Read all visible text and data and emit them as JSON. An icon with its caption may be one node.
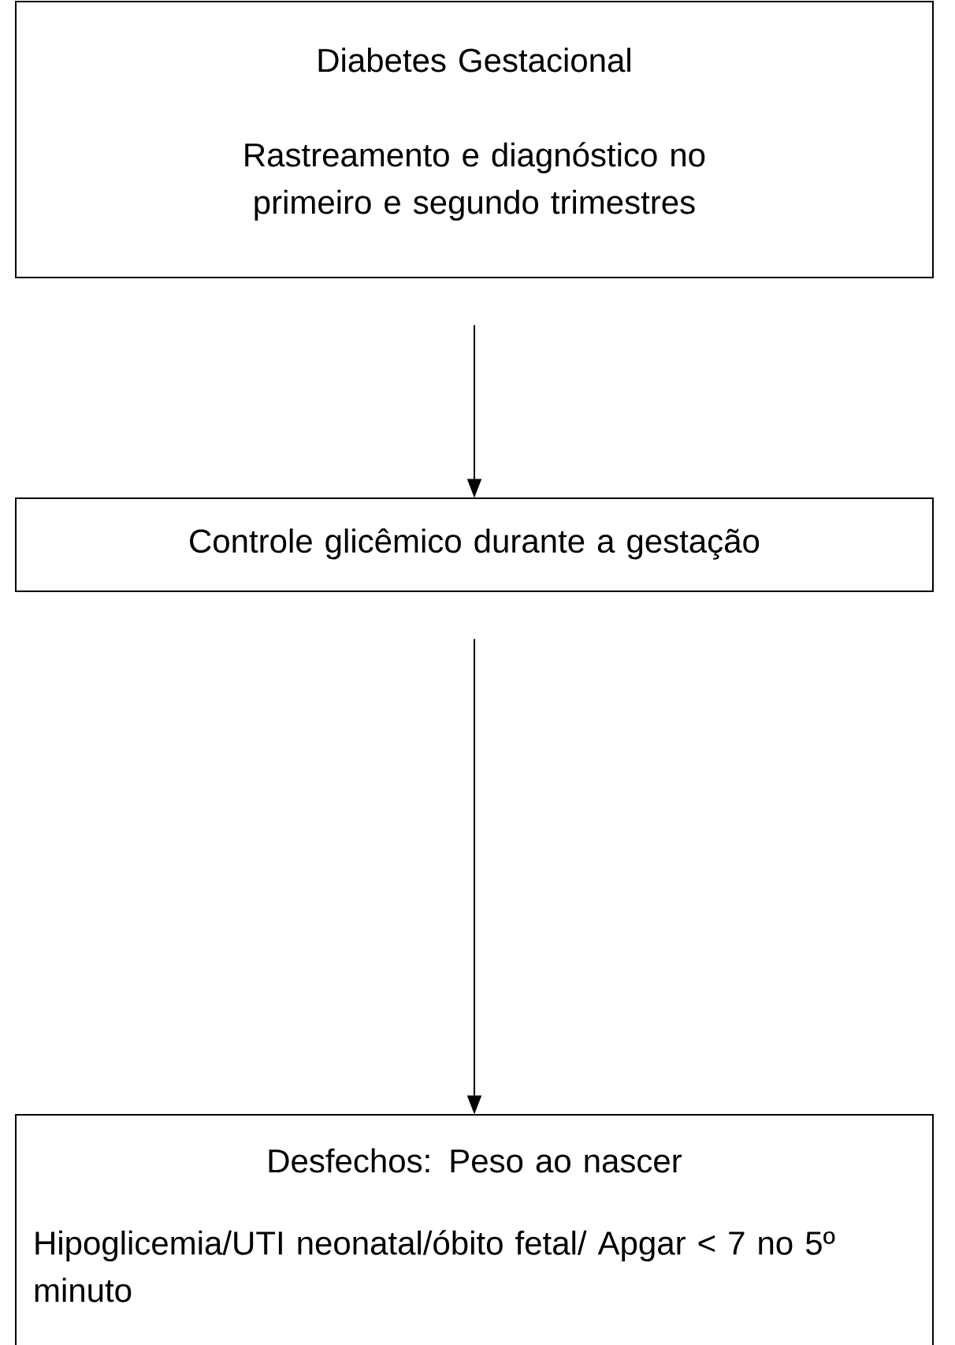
{
  "diagram": {
    "nodes": [
      {
        "text": [
          "Diabetes Gestacional",
          "Rastreamento e diagnóstico no primeiro e segundo trimestres"
        ]
      },
      {
        "text": [
          "Controle glicêmico durante a gestação"
        ]
      },
      {
        "text": [
          "Desfechos: Peso ao nascer",
          "Hipoglicemia/UTI neonatal/óbito fetal/ Apgar < 7 no 5º minuto"
        ]
      }
    ],
    "edges": [
      {
        "from": 0,
        "to": 1,
        "arrow": "to"
      },
      {
        "from": 1,
        "to": 2,
        "arrow": "to"
      }
    ]
  }
}
